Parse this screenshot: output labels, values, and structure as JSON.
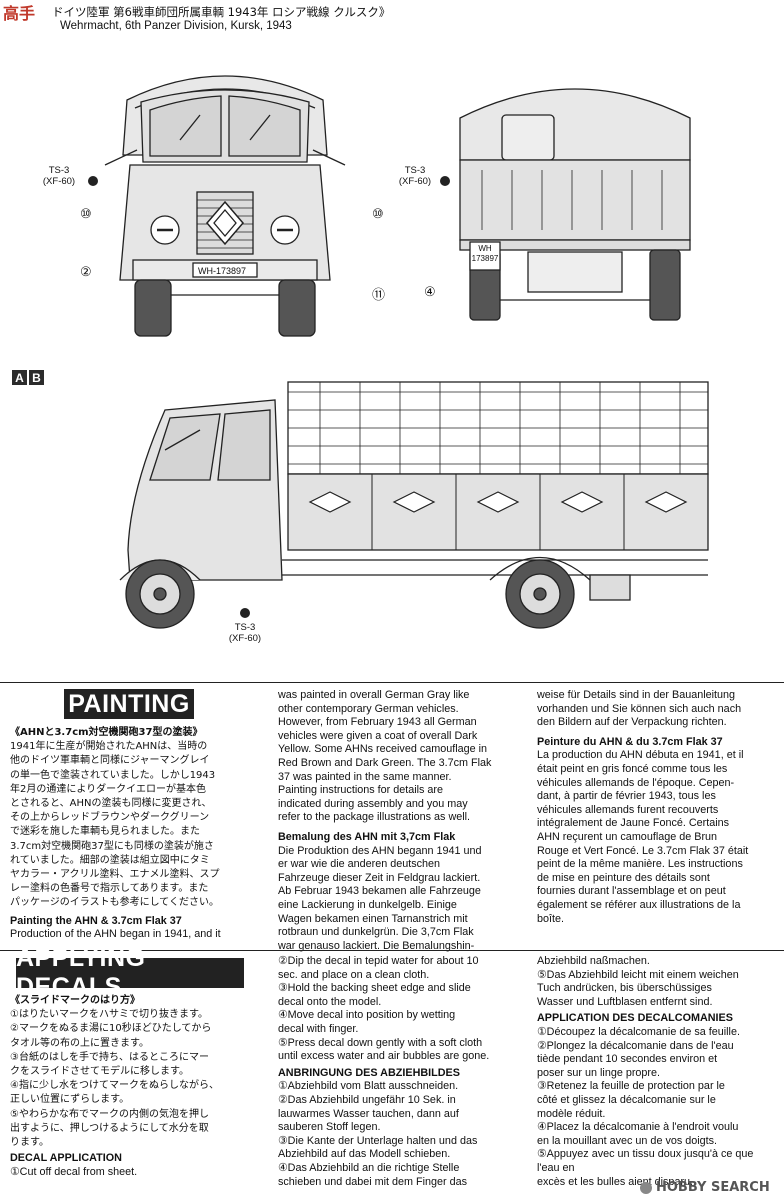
{
  "header": {
    "jp_title": "ドイツ陸軍 第6戦車師団所属車輌 1943年 ロシア戦線 クルスク》",
    "en_title": "Wehrmacht, 6th Panzer Division, Kursk, 1943"
  },
  "watermark_top": "高手",
  "callouts": {
    "front_paint_code": "TS-3",
    "front_paint_color": "(XF-60)",
    "rear_paint_code": "TS-3",
    "rear_paint_color": "(XF-60)",
    "side_paint_code": "TS-3",
    "side_paint_color": "(XF-60)",
    "n10a": "⑩",
    "n10b": "⑩",
    "n2": "②",
    "n11": "⑪",
    "n4": "④",
    "plate_front": "WH-173897",
    "plate_rear_1": "WH",
    "plate_rear_2": "173897"
  },
  "ab_labels": [
    "A",
    "B"
  ],
  "painting": {
    "title": "PAINTING",
    "jp_heading": "《AHNと3.7cm対空機関砲37型の塗装》",
    "jp_body": [
      "1941年に生産が開始されたAHNは、当時の",
      "他のドイツ軍車輌と同様にジャーマングレイ",
      "の単一色で塗装されていました。しかし1943",
      "年2月の通達によりダークイエローが基本色",
      "とされると、AHNの塗装も同様に変更され、",
      "その上からレッドブラウンやダークグリーン",
      "で迷彩を施した車輌も見られました。また",
      "3.7cm対空機関砲37型にも同様の塗装が施さ",
      "れていました。細部の塗装は組立図中にタミ",
      "ヤカラー・アクリル塗料、エナメル塗料、スプ",
      "レー塗料の色番号で指示してあります。また",
      "パッケージのイラストも参考にしてください。"
    ],
    "en_heading": "Painting the AHN & 3.7cm Flak 37",
    "en_body_col1": [
      "Production of the AHN began in 1941, and it"
    ],
    "en_body_col2": [
      "was painted in overall German Gray like",
      "other contemporary German vehicles.",
      "However, from February 1943 all German",
      "vehicles were given a coat of overall Dark",
      "Yellow. Some AHNs received camouflage in",
      "Red Brown and Dark Green. The 3.7cm Flak",
      "37 was painted in the same manner.",
      "Painting instructions for details are",
      "indicated during assembly and you may",
      "refer to the package illustrations as well."
    ],
    "de_heading": "Bemalung des AHN mit 3,7cm Flak",
    "de_body": [
      "Die Produktion des AHN begann 1941 und",
      "er war wie die anderen deutschen",
      "Fahrzeuge dieser Zeit in Feldgrau lackiert.",
      "Ab Februar 1943 bekamen alle Fahrzeuge",
      "eine Lackierung in dunkelgelb. Einige",
      "Wagen bekamen einen Tarnanstrich mit",
      "rotbraun und dunkelgrün. Die 3,7cm Flak",
      "war genauso lackiert. Die Bemalungshin-"
    ],
    "de_body_col3": [
      "weise für Details sind in der Bauanleitung",
      "vorhanden und Sie können sich auch nach",
      "den Bildern auf der Verpackung richten."
    ],
    "fr_heading": "Peinture du AHN & du 3.7cm Flak 37",
    "fr_body": [
      "La production du AHN débuta en 1941, et il",
      "était peint en gris foncé comme tous les",
      "véhicules allemands de l'époque. Cepen-",
      "dant, à partir de février 1943, tous les",
      "véhicules allemands furent recouverts",
      "intégralement de Jaune Foncé. Certains",
      "AHN reçurent un camouflage de Brun",
      "Rouge et Vert Foncé. Le 3.7cm Flak 37 était",
      "peint de la même manière. Les instructions",
      "de mise en peinture des détails sont",
      "fournies durant l'assemblage et on peut",
      "également se référer aux illustrations de la",
      "boîte."
    ]
  },
  "decals": {
    "title": "APPLYING DECALS",
    "jp_heading": "《スライドマークのはり方》",
    "jp_body": [
      "①はりたいマークをハサミで切り抜きます。",
      "②マークをぬるま湯に10秒ほどひたしてから",
      "タオル等の布の上に置きます。",
      "③台紙のはしを手で持ち、はるところにマー",
      "クをスライドさせてモデルに移します。",
      "④指に少し水をつけてマークをぬらしながら、",
      "正しい位置にずらします。",
      "⑤やわらかな布でマークの内側の気泡を押し",
      "出すように、押しつけるようにして水分を取",
      "ります。"
    ],
    "en_heading": "DECAL APPLICATION",
    "en_step1": "①Cut off decal from sheet.",
    "en_body_col2": [
      "②Dip the decal in tepid water for about 10",
      "sec. and place on a clean cloth.",
      "③Hold the backing sheet edge and slide",
      "decal onto the model.",
      "④Move decal into position by wetting",
      "decal with finger.",
      "⑤Press decal down gently with a soft cloth",
      "until excess water and air bubbles are gone."
    ],
    "de_heading": "ANBRINGUNG DES ABZIEHBILDES",
    "de_body": [
      "①Abziehbild vom Blatt ausschneiden.",
      "②Das Abziehbild ungefähr 10 Sek. in",
      "lauwarmes Wasser tauchen, dann auf",
      "sauberen Stoff legen.",
      "③Die Kante der Unterlage halten und das",
      "Abziehbild auf das Modell schieben.",
      "④Das Abziehbild an die richtige Stelle",
      "schieben und dabei mit dem Finger das"
    ],
    "de_body_col3": [
      "Abziehbild naßmachen.",
      "⑤Das Abziehbild leicht mit einem weichen",
      "Tuch andrücken, bis überschüssiges",
      "Wasser und Luftblasen entfernt sind."
    ],
    "fr_heading": "APPLICATION DES DECALCOMANIES",
    "fr_body": [
      "①Découpez la décalcomanie de sa feuille.",
      "②Plongez la décalcomanie dans de l'eau",
      "tiède pendant 10 secondes environ et",
      "poser sur un linge propre.",
      "③Retenez la feuille de protection par le",
      "côté et glissez la décalcomanie sur le",
      "modèle réduit.",
      "④Placez la décalcomanie à l'endroit voulu",
      "en la mouillant avec un de vos doigts.",
      "⑤Appuyez avec un tissu doux jusqu'à ce que l'eau en",
      "excès et les bulles aient disparu."
    ]
  },
  "watermark_bottom": "HOBBY SEARCH"
}
